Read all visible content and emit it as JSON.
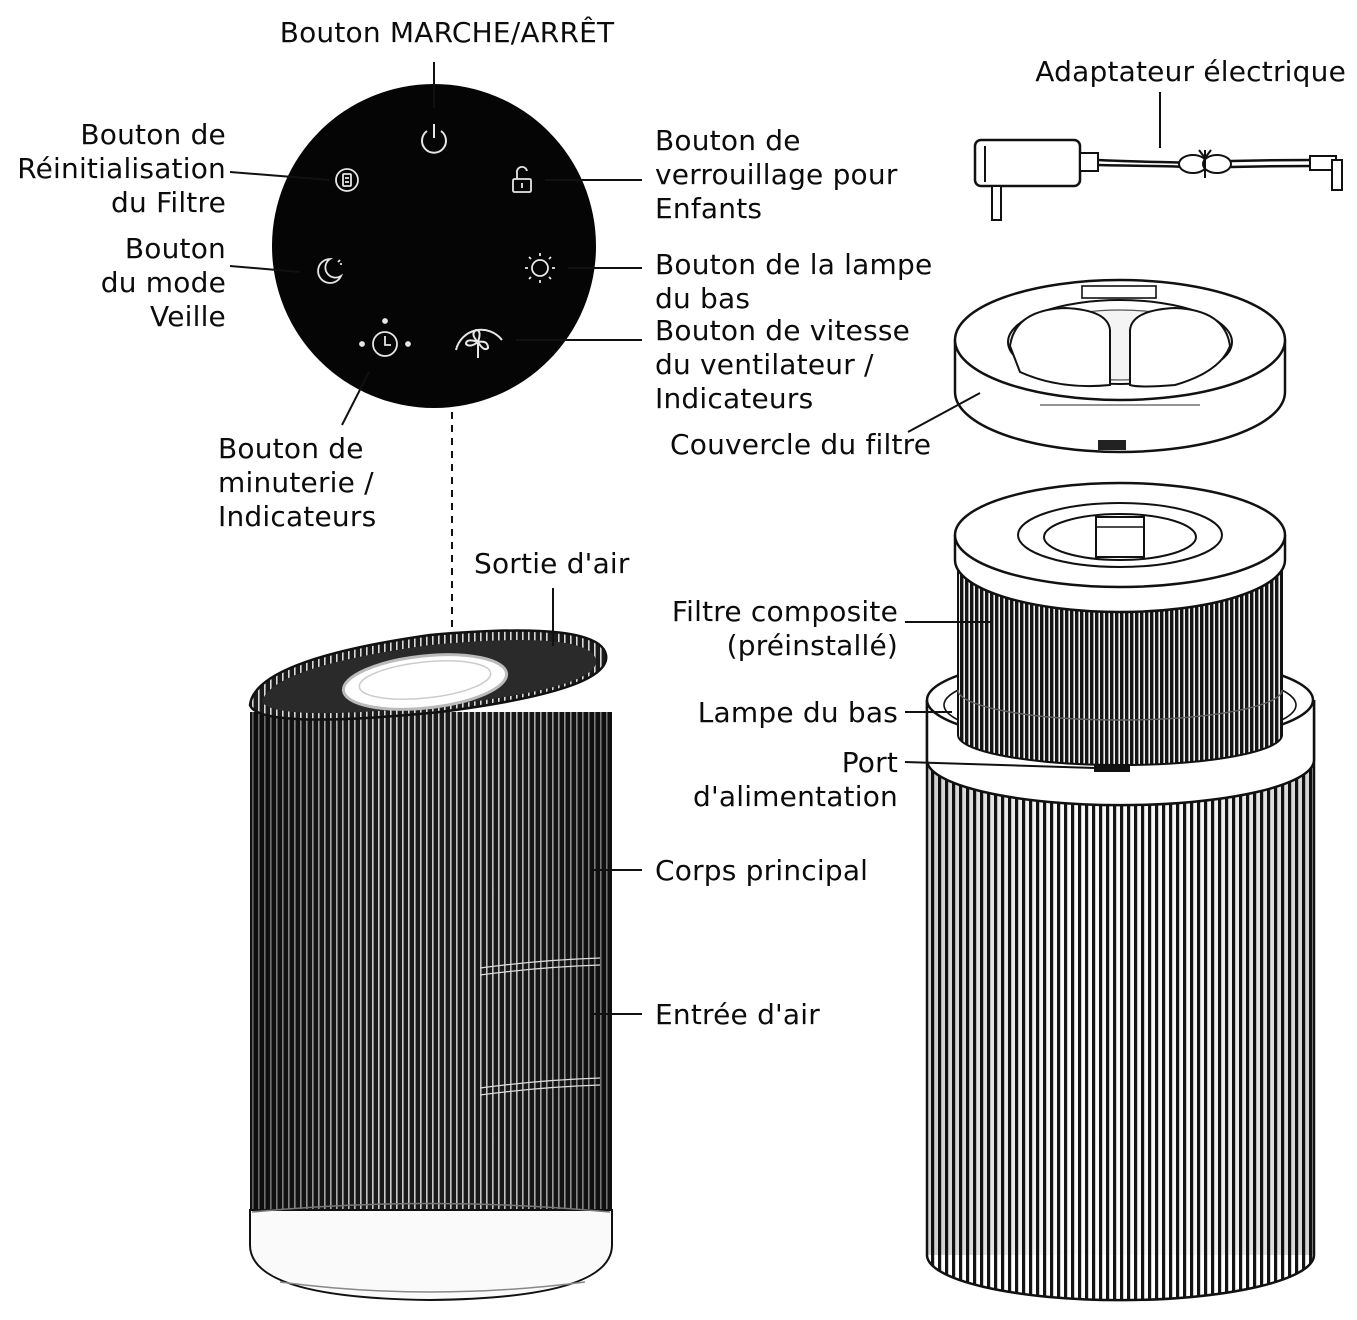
{
  "panel": {
    "power": "Bouton MARCHE/ARRÊT",
    "filter_reset": [
      "Bouton de",
      "Réinitialisation",
      "du Filtre"
    ],
    "child_lock": [
      "Bouton de",
      "verrouillage pour",
      "Enfants"
    ],
    "sleep_mode": [
      "Bouton",
      "du mode",
      "Veille"
    ],
    "bottom_lamp_button": [
      "Bouton de la lampe",
      "du bas"
    ],
    "fan_speed": [
      "Bouton de vitesse",
      "du ventilateur /",
      "Indicateurs"
    ],
    "timer": [
      "Bouton de",
      "minuterie /",
      "Indicateurs"
    ],
    "icons": [
      "power-icon",
      "filter-reset-icon",
      "lock-icon",
      "moon-icon",
      "sun-icon",
      "timer-icon",
      "fan-icon"
    ]
  },
  "parts": {
    "power_adapter": "Adaptateur électrique",
    "filter_cover": "Couvercle du filtre",
    "air_outlet": "Sortie d'air",
    "composite_filter": [
      "Filtre composite",
      "(préinstallé)"
    ],
    "bottom_lamp": "Lampe du bas",
    "power_port": [
      "Port",
      "d'alimentation"
    ],
    "main_body": "Corps principal",
    "air_inlet": "Entrée d'air"
  }
}
